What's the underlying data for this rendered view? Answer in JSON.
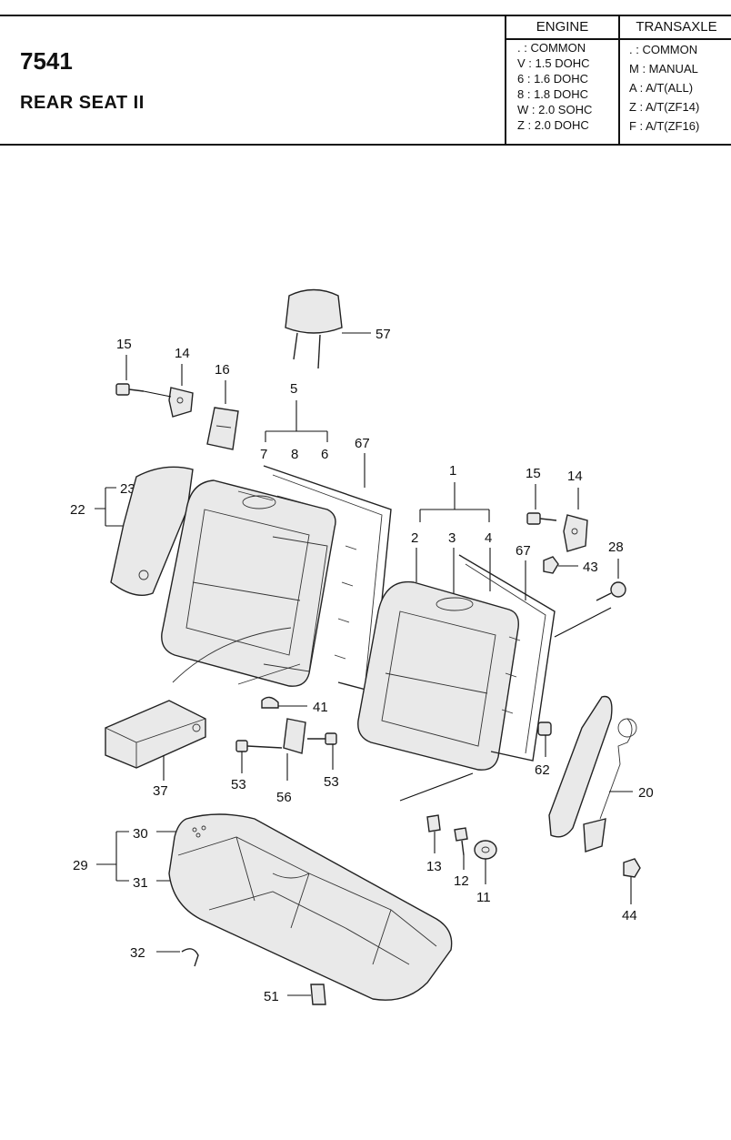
{
  "header": {
    "page_code": "7541",
    "page_title": "REAR SEAT II"
  },
  "legend": {
    "engine": {
      "title": "ENGINE",
      "rows": [
        ". : COMMON",
        "V : 1.5 DOHC",
        "6 : 1.6 DOHC",
        "8 : 1.8 DOHC",
        "W : 2.0 SOHC",
        "Z : 2.0 DOHC"
      ]
    },
    "transaxle": {
      "title": "TRANSAXLE",
      "rows": [
        ". : COMMON",
        "M : MANUAL",
        "A : A/T(ALL)",
        "Z : A/T(ZF14)",
        "F : A/T(ZF16)"
      ]
    }
  },
  "callouts": {
    "c57": "57",
    "c15a": "15",
    "c14a": "14",
    "c16": "16",
    "c5": "5",
    "c7": "7",
    "c8a": "8",
    "c6a": "6",
    "c67a": "67",
    "c23": "23",
    "c22": "22",
    "c1": "1",
    "c15b": "15",
    "c14b": "14",
    "c2": "2",
    "c3": "3",
    "c4": "4",
    "c67b": "67",
    "c28": "28",
    "c43": "43",
    "c41": "41",
    "c37": "37",
    "c53a": "53",
    "c56": "56",
    "c53b": "53",
    "c62": "62",
    "c20": "20",
    "c30": "30",
    "c29": "29",
    "c31": "31",
    "c13": "13",
    "c12": "12",
    "c11": "11",
    "c44": "44",
    "c32": "32",
    "c51": "51"
  }
}
